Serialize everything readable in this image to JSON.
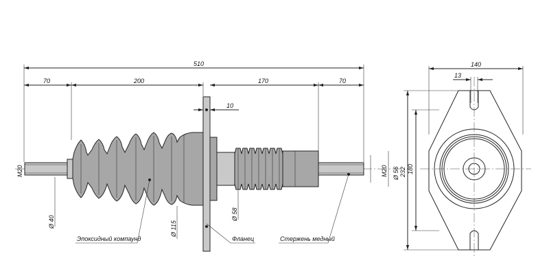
{
  "dimensions": {
    "overall_length": "510",
    "left_stud_length": "70",
    "insulator_length": "200",
    "flange_to_stud": "170",
    "right_stud_length": "70",
    "flange_thickness": "10",
    "left_thread": "M20",
    "right_thread": "M20",
    "stud_diameter": "Ø 40",
    "body_diameter": "Ø 115",
    "copper_rod_diameter": "Ø 58",
    "inner_diameter": "Ø 56",
    "flange_height_inner": "232",
    "flange_height_outer": "180",
    "flange_width": "140",
    "slot_width": "13"
  },
  "labels": {
    "epoxy": "Эпоксидный компаунд",
    "flange": "Фланец",
    "copper_rod": "Стержень медный"
  },
  "colors": {
    "line": "#222222",
    "body_fill": "#a7a7a7",
    "light_fill": "#c9c9c9"
  }
}
